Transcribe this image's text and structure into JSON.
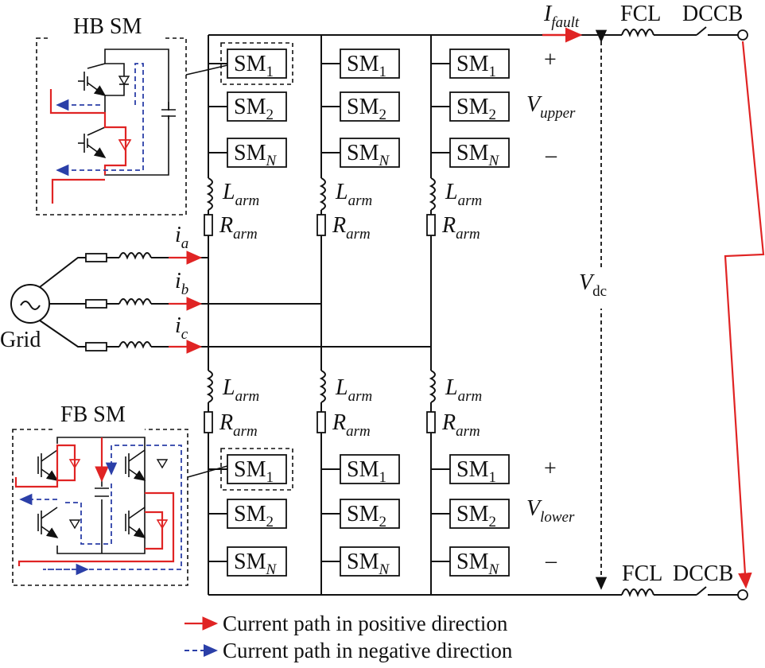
{
  "labels": {
    "hb_sm": "HB SM",
    "fb_sm": "FB SM",
    "grid": "Grid",
    "i_fault_main": "I",
    "i_fault_sub": "fault",
    "fcl_top": "FCL",
    "dccb_top": "DCCB",
    "fcl_bottom": "FCL",
    "dccb_bottom": "DCCB",
    "v_upper_main": "V",
    "v_upper_sub": "upper",
    "v_lower_main": "V",
    "v_lower_sub": "lower",
    "v_dc_main": "V",
    "v_dc_sub": "dc",
    "plus": "+",
    "minus": "–",
    "l_arm_main": "L",
    "l_arm_sub": "arm",
    "r_arm_main": "R",
    "r_arm_sub": "arm",
    "sm_main": "SM",
    "sm1_sub": "1",
    "sm2_sub": "2",
    "smn_sub": "N",
    "ia_main": "i",
    "ia_sub": "a",
    "ib_main": "i",
    "ib_sub": "b",
    "ic_main": "i",
    "ic_sub": "c"
  },
  "legend": {
    "positive": "Current path in positive direction",
    "negative": "Current path in negative direction"
  },
  "colors": {
    "positive_path": "#e02424",
    "negative_path": "#2b3fa8",
    "wire": "#111111"
  }
}
